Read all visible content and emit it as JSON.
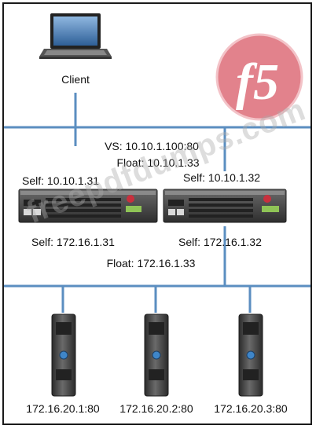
{
  "nodes": {
    "client": {
      "label": "Client"
    },
    "vs": {
      "label": "VS: 10.10.1.100:80"
    },
    "float_external": {
      "label": "Float: 10.10.1.33"
    },
    "lb1": {
      "self_external": "Self: 10.10.1.31",
      "self_internal": "Self: 172.16.1.31"
    },
    "lb2": {
      "self_external": "Self: 10.10.1.32",
      "self_internal": "Self: 172.16.1.32"
    },
    "float_internal": {
      "label": "Float: 172.16.1.33"
    },
    "servers": [
      {
        "label": "172.16.20.1:80"
      },
      {
        "label": "172.16.20.2:80"
      },
      {
        "label": "172.16.20.3:80"
      }
    ]
  },
  "logo": {
    "text": "f5",
    "color": "#e2828c"
  },
  "watermark": {
    "text": "freepdfdumps.com"
  },
  "colors": {
    "network_line": "#5b8ec0",
    "appliance_body": "#3d3d3d",
    "server_body": "#4a4a4a"
  }
}
